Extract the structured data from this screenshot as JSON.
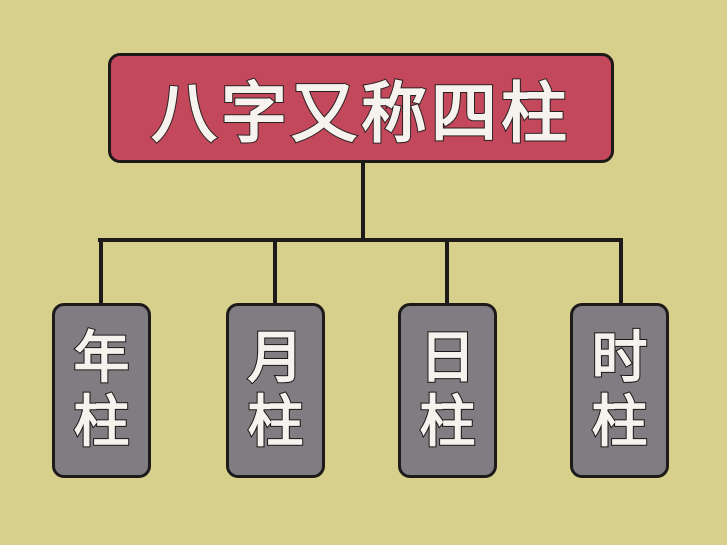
{
  "root": {
    "label": "八字又称四柱"
  },
  "children": [
    {
      "line1": "年",
      "line2": "柱"
    },
    {
      "line1": "月",
      "line2": "柱"
    },
    {
      "line1": "日",
      "line2": "柱"
    },
    {
      "line1": "时",
      "line2": "柱"
    }
  ],
  "colors": {
    "background": "#d7cf8c",
    "root": "#c4485b",
    "child": "#7f7d82",
    "line": "#1e1a1a"
  }
}
